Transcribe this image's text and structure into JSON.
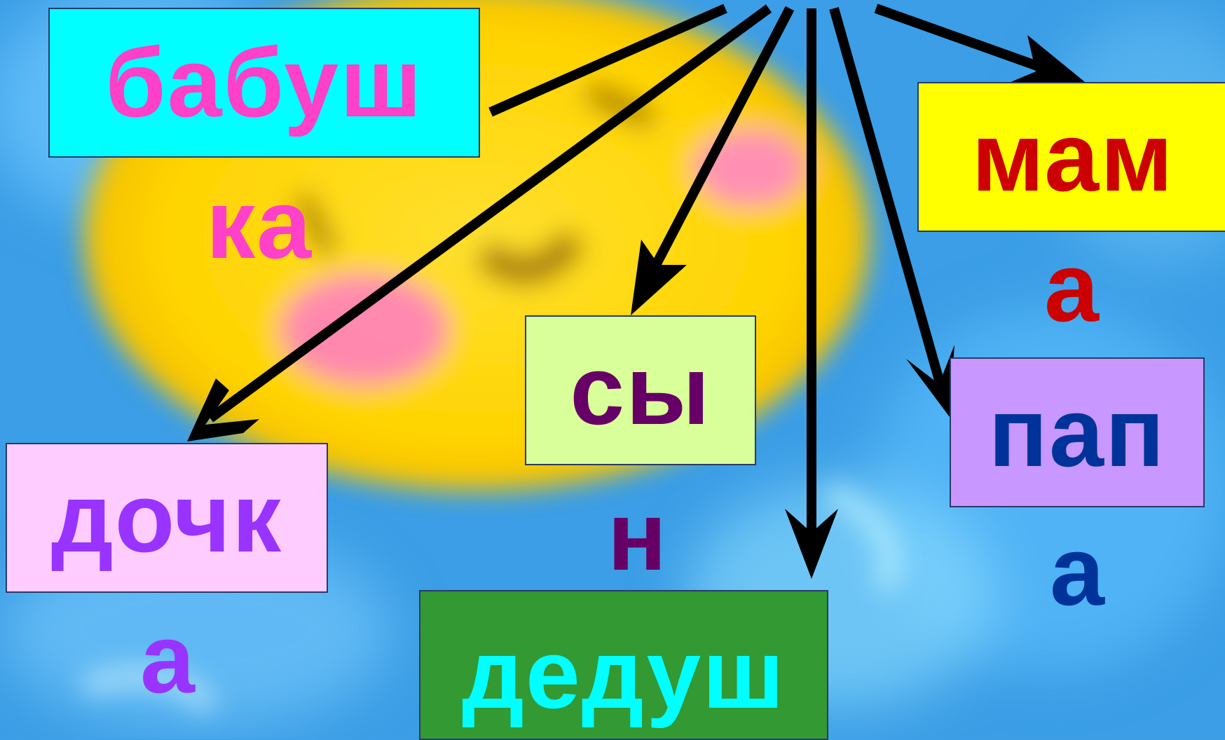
{
  "colors": {
    "background": "#3fa0e8",
    "sun": "#ffd21a",
    "arrow": "#000000"
  },
  "words": {
    "babushka": {
      "part1": "бабуш",
      "part2": "ка",
      "box_color": "#00ffff",
      "text_color": "#ff40c8"
    },
    "mama": {
      "part1": "мам",
      "part2": "а",
      "box_color": "#ffff00",
      "text_color": "#cc0000"
    },
    "syn": {
      "part1": "сы",
      "part2": "н",
      "box_color": "#d8ff99",
      "text_color": "#660066"
    },
    "papa": {
      "part1": "пап",
      "part2": "а",
      "box_color": "#c897ff",
      "text_color": "#003399"
    },
    "dochka": {
      "part1": "дочк",
      "part2": "а",
      "box_color": "#ffccff",
      "text_color": "#9933ff"
    },
    "dedushka": {
      "part1": "дедуш",
      "box_color": "#339933",
      "text_color": "#00ffff"
    }
  }
}
